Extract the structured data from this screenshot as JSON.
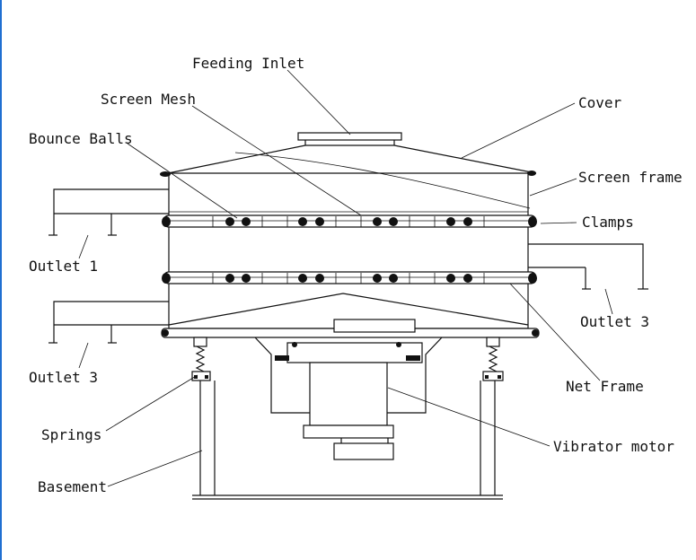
{
  "diagram": {
    "labels": {
      "feeding_inlet": "Feeding Inlet",
      "screen_mesh": "Screen Mesh",
      "cover": "Cover",
      "bounce_balls": "Bounce Balls",
      "screen_frame": "Screen frame",
      "clamps": "Clamps",
      "outlet_1": "Outlet 1",
      "outlet_3_right": "Outlet 3",
      "outlet_3_left": "Outlet 3",
      "net_frame": "Net Frame",
      "springs": "Springs",
      "vibrator_motor": "Vibrator motor",
      "basement": "Basement"
    },
    "colors": {
      "line": "#111111",
      "background": "#ffffff",
      "frame_accent": "#1f6fd1"
    }
  }
}
